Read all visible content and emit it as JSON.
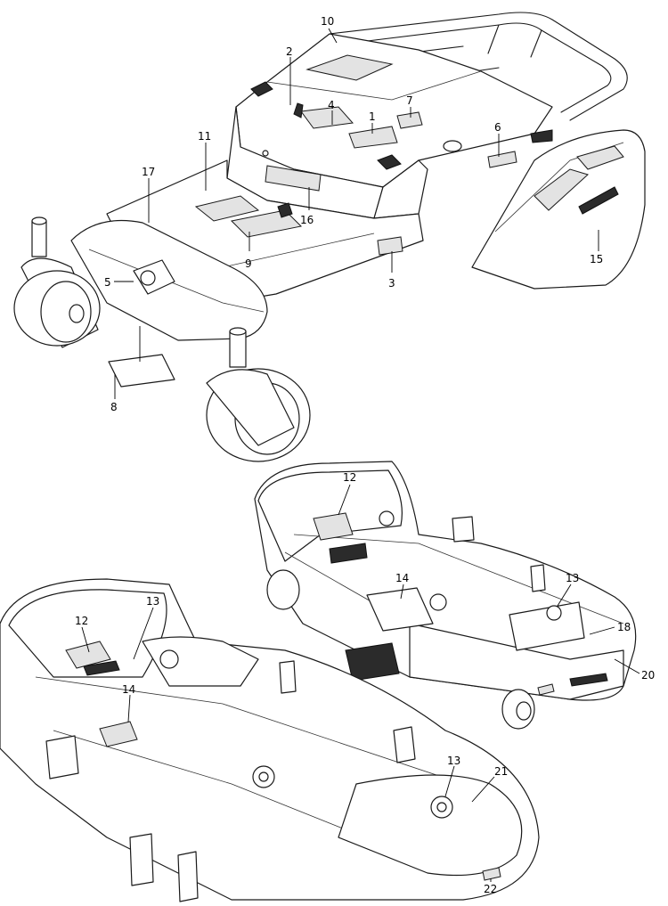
{
  "callouts": [
    {
      "id": "c10",
      "label": "10"
    },
    {
      "id": "c2",
      "label": "2"
    },
    {
      "id": "c4",
      "label": "4"
    },
    {
      "id": "c1",
      "label": "1"
    },
    {
      "id": "c7",
      "label": "7"
    },
    {
      "id": "c11",
      "label": "11"
    },
    {
      "id": "c6",
      "label": "6"
    },
    {
      "id": "c17",
      "label": "17"
    },
    {
      "id": "c16",
      "label": "16"
    },
    {
      "id": "c9",
      "label": "9"
    },
    {
      "id": "c5",
      "label": "5"
    },
    {
      "id": "c3",
      "label": "3"
    },
    {
      "id": "c15",
      "label": "15"
    },
    {
      "id": "c8",
      "label": "8"
    },
    {
      "id": "c12a",
      "label": "12"
    },
    {
      "id": "c14a",
      "label": "14"
    },
    {
      "id": "c13a",
      "label": "13"
    },
    {
      "id": "c18",
      "label": "18"
    },
    {
      "id": "c20",
      "label": "20"
    },
    {
      "id": "c12b",
      "label": "12"
    },
    {
      "id": "c13b",
      "label": "13"
    },
    {
      "id": "c14b",
      "label": "14"
    },
    {
      "id": "c13c",
      "label": "13"
    },
    {
      "id": "c21",
      "label": "21"
    },
    {
      "id": "c22",
      "label": "22"
    }
  ]
}
